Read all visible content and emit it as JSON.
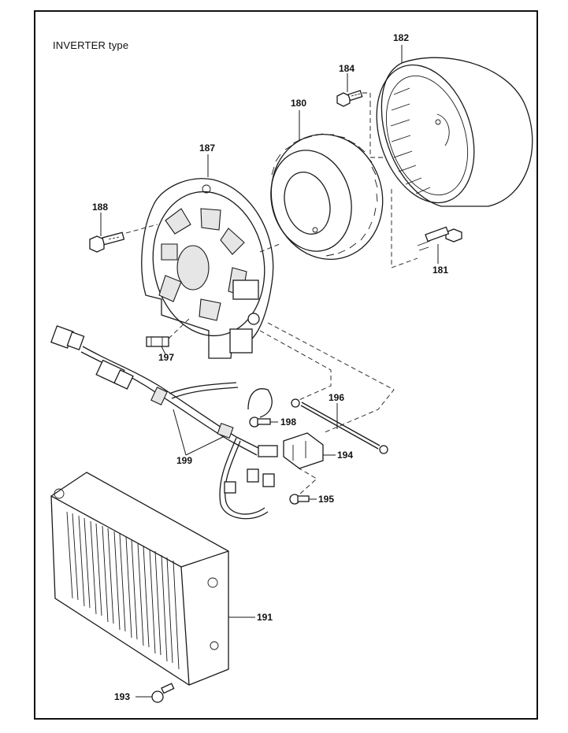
{
  "diagram": {
    "title": "INVERTER type",
    "parts": [
      {
        "id": "p182",
        "number": "182"
      },
      {
        "id": "p184",
        "number": "184"
      },
      {
        "id": "p180",
        "number": "180"
      },
      {
        "id": "p187",
        "number": "187"
      },
      {
        "id": "p188",
        "number": "188"
      },
      {
        "id": "p181",
        "number": "181"
      },
      {
        "id": "p197",
        "number": "197"
      },
      {
        "id": "p196",
        "number": "196"
      },
      {
        "id": "p198",
        "number": "198"
      },
      {
        "id": "p194",
        "number": "194"
      },
      {
        "id": "p199",
        "number": "199"
      },
      {
        "id": "p195",
        "number": "195"
      },
      {
        "id": "p191",
        "number": "191"
      },
      {
        "id": "p193",
        "number": "193"
      }
    ]
  }
}
